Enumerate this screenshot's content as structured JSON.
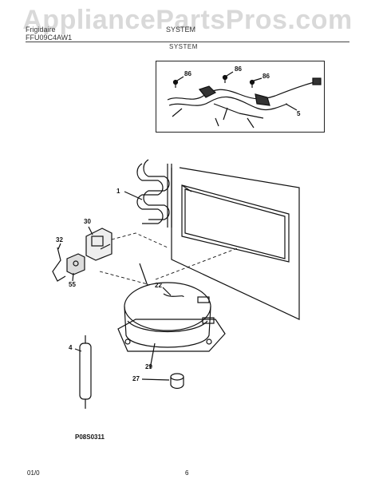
{
  "watermark": "AppliancePartsPros.com",
  "header": {
    "brand": "Frigidaire",
    "model": "FFU09C4AW1",
    "figure": "SYSTEM"
  },
  "section_title": "SYSTEM",
  "parts": [
    {
      "number": "86"
    },
    {
      "number": "86"
    },
    {
      "number": "86"
    },
    {
      "number": "5"
    },
    {
      "number": "1"
    },
    {
      "number": "30"
    },
    {
      "number": "32"
    },
    {
      "number": "55"
    },
    {
      "number": "22"
    },
    {
      "number": "4"
    },
    {
      "number": "29"
    },
    {
      "number": "27"
    }
  ],
  "diagram_code": "P08S0311",
  "footer": {
    "date": "01/0",
    "page": "6"
  }
}
